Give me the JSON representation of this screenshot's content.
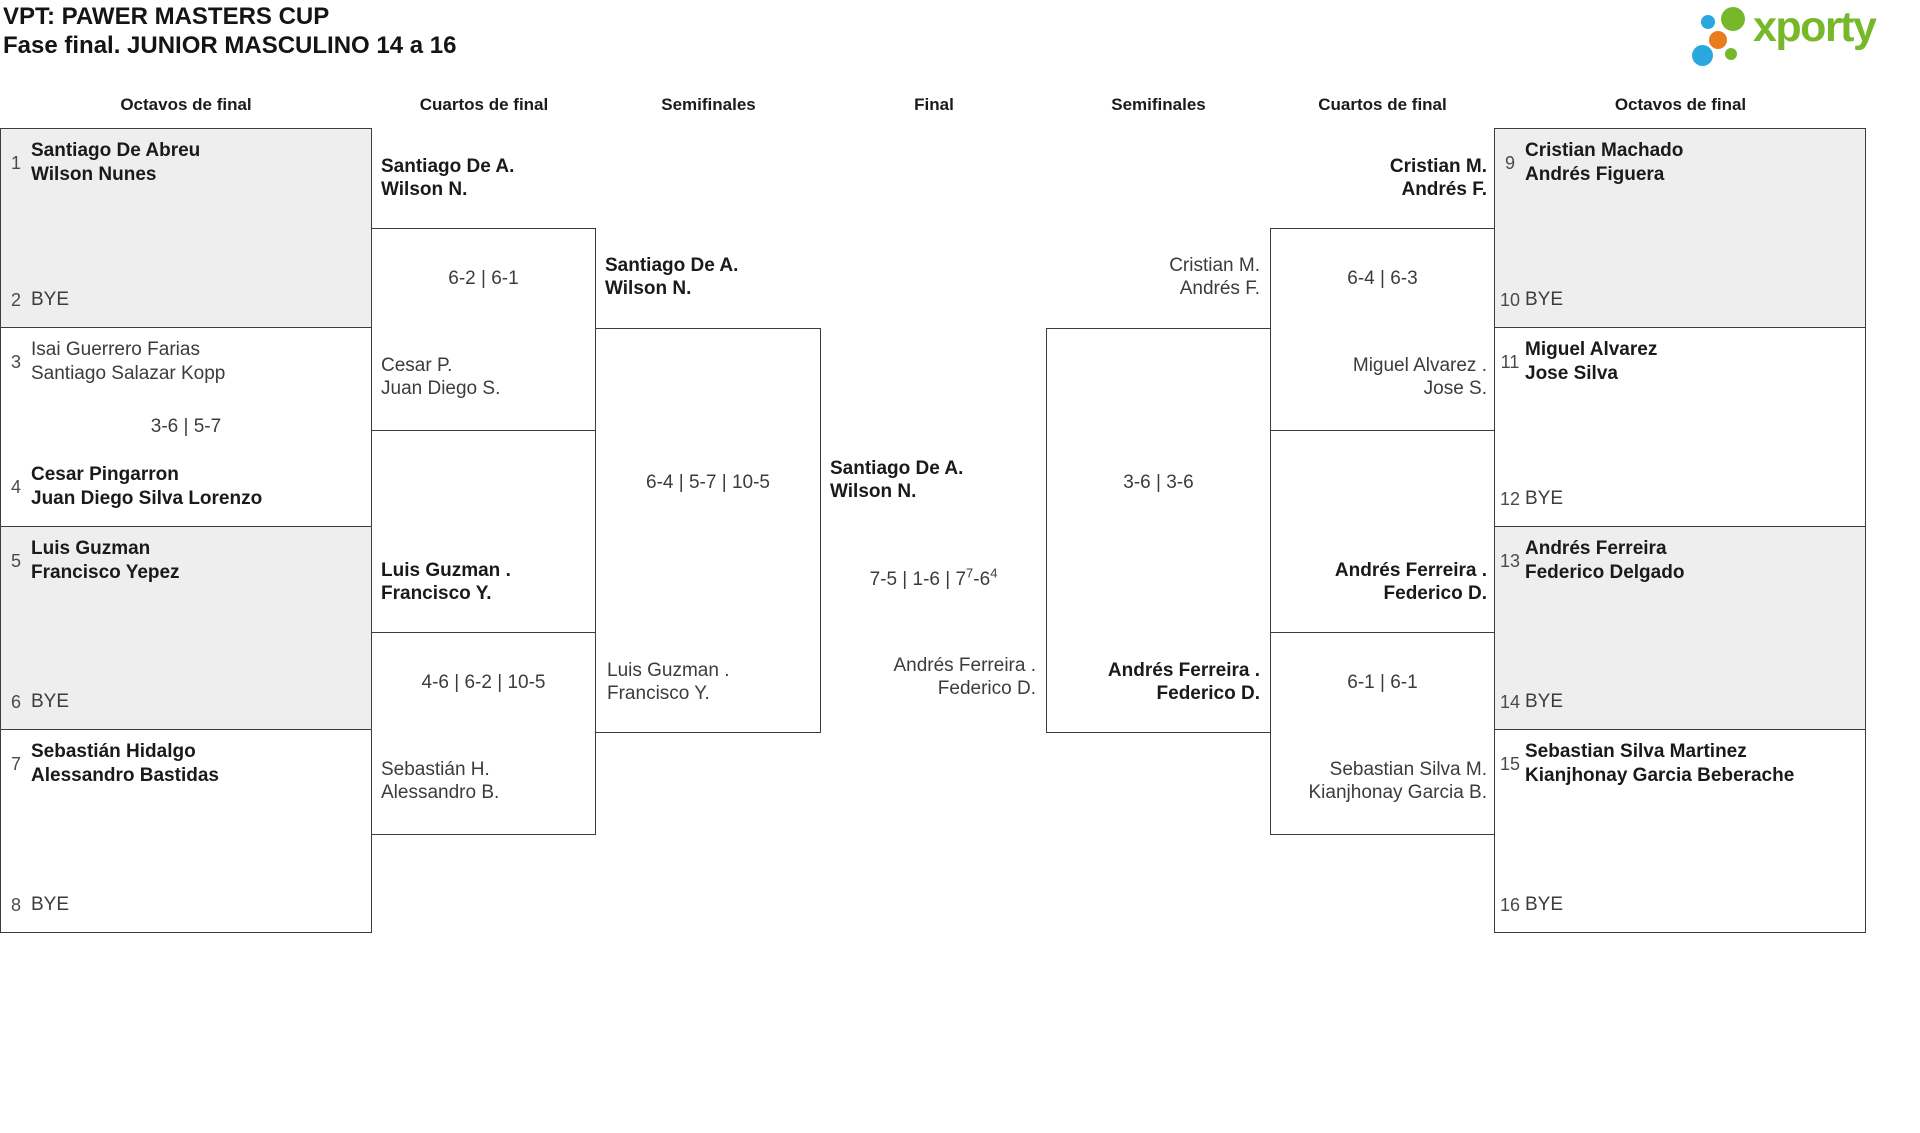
{
  "page": {
    "title_line1": "VPT: PAWER MASTERS CUP",
    "title_line2": "Fase final. JUNIOR MASCULINO 14 a 16"
  },
  "logo": {
    "text": "xporty",
    "green": "#76b82a",
    "blue": "#29a8e0",
    "orange": "#e87c1e"
  },
  "colors": {
    "shaded_box": "#eeeeee",
    "border": "#3d3d3d"
  },
  "round_headers": {
    "c1": "Octavos de final",
    "c2": "Cuartos de final",
    "c3": "Semifinales",
    "c4": "Final",
    "c5": "Semifinales",
    "c6": "Cuartos de final",
    "c7": "Octavos de final"
  },
  "octavos_left": {
    "m1": {
      "seed_a": "1",
      "a1": "Santiago De Abreu",
      "a2": "Wilson Nunes",
      "seed_b": "2",
      "b1": "BYE"
    },
    "m2": {
      "seed_a": "3",
      "a1": "Isai Guerrero Farias",
      "a2": "Santiago Salazar Kopp",
      "score": "3-6 | 5-7",
      "seed_b": "4",
      "b1": "Cesar Pingarron",
      "b2": "Juan Diego Silva Lorenzo"
    },
    "m3": {
      "seed_a": "5",
      "a1": "Luis Guzman",
      "a2": "Francisco Yepez",
      "seed_b": "6",
      "b1": "BYE"
    },
    "m4": {
      "seed_a": "7",
      "a1": "Sebastián Hidalgo",
      "a2": "Alessandro Bastidas",
      "seed_b": "8",
      "b1": "BYE"
    }
  },
  "cuartos_left": {
    "m1": {
      "w1": "Santiago De A.",
      "w2": "Wilson N.",
      "score": "6-2 | 6-1",
      "l1": "Cesar P.",
      "l2": "Juan Diego S."
    },
    "m2": {
      "w1": "Luis Guzman .",
      "w2": "Francisco Y.",
      "score": "4-6 | 6-2 | 10-5",
      "l1": "Sebastián H.",
      "l2": "Alessandro B."
    }
  },
  "semifinal_left": {
    "w1": "Santiago De A.",
    "w2": "Wilson N.",
    "score": "6-4 | 5-7 | 10-5",
    "l1": "Luis Guzman .",
    "l2": "Francisco Y."
  },
  "final": {
    "w1": "Santiago De A.",
    "w2": "Wilson N.",
    "score_part1": "7-5 | 1-6 | 7",
    "score_sup1": "7",
    "score_part2": "-6",
    "score_sup2": "4",
    "l1": "Andrés Ferreira .",
    "l2": "Federico D."
  },
  "semifinal_right": {
    "top1": "Cristian M.",
    "top2": "Andrés F.",
    "score": "3-6 | 3-6",
    "w1": "Andrés Ferreira .",
    "w2": "Federico D."
  },
  "cuartos_right": {
    "m1": {
      "w1": "Cristian M.",
      "w2": "Andrés F.",
      "score": "6-4 | 6-3",
      "l1": "Miguel Alvarez .",
      "l2": "Jose S."
    },
    "m2": {
      "w1": "Andrés Ferreira .",
      "w2": "Federico D.",
      "score": "6-1 | 6-1",
      "l1": "Sebastian Silva M.",
      "l2": "Kianjhonay Garcia B."
    }
  },
  "octavos_right": {
    "m1": {
      "seed_a": "9",
      "a1": "Cristian Machado",
      "a2": "Andrés Figuera",
      "seed_b": "10",
      "b1": "BYE"
    },
    "m2": {
      "seed_a": "11",
      "a1": "Miguel Alvarez",
      "a2": "Jose Silva",
      "seed_b": "12",
      "b1": "BYE"
    },
    "m3": {
      "seed_a": "13",
      "a1": "Andrés Ferreira",
      "a2": "Federico Delgado",
      "seed_b": "14",
      "b1": "BYE"
    },
    "m4": {
      "seed_a": "15",
      "a1": "Sebastian Silva Martinez",
      "a2": "Kianjhonay Garcia Beberache",
      "seed_b": "16",
      "b1": "BYE"
    }
  }
}
